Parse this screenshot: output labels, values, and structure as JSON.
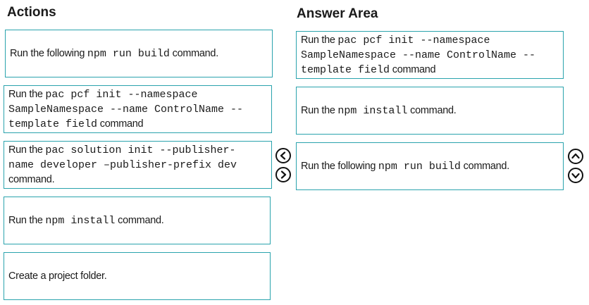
{
  "headings": {
    "actions": "Actions",
    "answer_area": "Answer Area"
  },
  "actions": {
    "item0": {
      "pre": "Run the following ",
      "code": "npm run build",
      "post": " command."
    },
    "item1": {
      "l1_pre": "Run the ",
      "l1_code": "pac pcf init --namespace",
      "l2_code": "SampleNamespace --name ControlName --",
      "l3_code": "template field",
      "l3_post": " command"
    },
    "item2": {
      "l1_pre": "Run the ",
      "l1_code": "pac solution init --publisher-",
      "l2_code": "name developer –publisher-prefix dev",
      "l3_post": "command."
    },
    "item3": {
      "pre": "Run the ",
      "code": "npm install",
      "post": " command."
    },
    "item4": {
      "text": "Create a project folder."
    }
  },
  "answers": {
    "item0": {
      "l1_pre": "Run the ",
      "l1_code": "pac pcf init --namespace",
      "l2_code": "SampleNamespace --name ControlName --",
      "l3_code": "template field",
      "l3_post": " command"
    },
    "item1": {
      "pre": "Run the ",
      "code": "npm install",
      "post": " command."
    },
    "item2": {
      "pre": "Run the following ",
      "code": "npm run build",
      "post": " command."
    }
  },
  "controls": {
    "move_left": "left-arrow-circle-icon",
    "move_right": "right-arrow-circle-icon",
    "move_up": "up-arrow-circle-icon",
    "move_down": "down-arrow-circle-icon"
  },
  "colors": {
    "box_border": "#2aa3ad",
    "text": "#1a1a1a"
  }
}
